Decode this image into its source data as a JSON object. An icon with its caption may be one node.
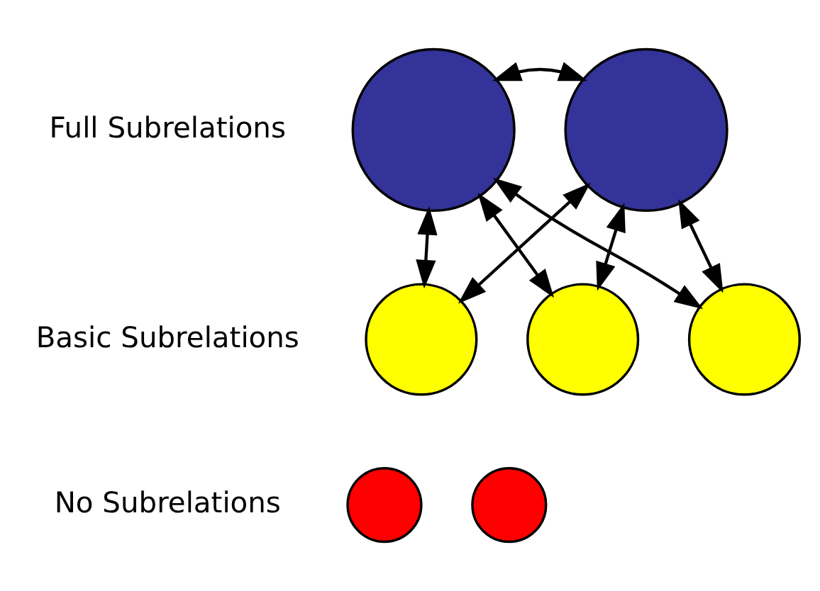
{
  "diagram": {
    "nodes": [
      {
        "text": [],
        "shape": "circle"
      },
      {
        "text": [],
        "shape": "circle"
      },
      {
        "text": [],
        "shape": "circle"
      },
      {
        "text": [],
        "shape": "circle"
      },
      {
        "text": [],
        "shape": "circle"
      },
      {
        "text": [],
        "shape": "circle"
      },
      {
        "text": [],
        "shape": "circle"
      }
    ],
    "edges": [
      {
        "from": 0,
        "to": 1,
        "arrow": "both"
      },
      {
        "from": 0,
        "to": 2,
        "arrow": "both"
      },
      {
        "from": 0,
        "to": 3,
        "arrow": "both"
      },
      {
        "from": 0,
        "to": 4,
        "arrow": "both"
      },
      {
        "from": 1,
        "to": 2,
        "arrow": "both"
      },
      {
        "from": 1,
        "to": 3,
        "arrow": "both"
      },
      {
        "from": 1,
        "to": 4,
        "arrow": "both"
      }
    ],
    "labels": [
      "Full Subrelations",
      "Basic Subrelations",
      "No Subrelations"
    ]
  }
}
